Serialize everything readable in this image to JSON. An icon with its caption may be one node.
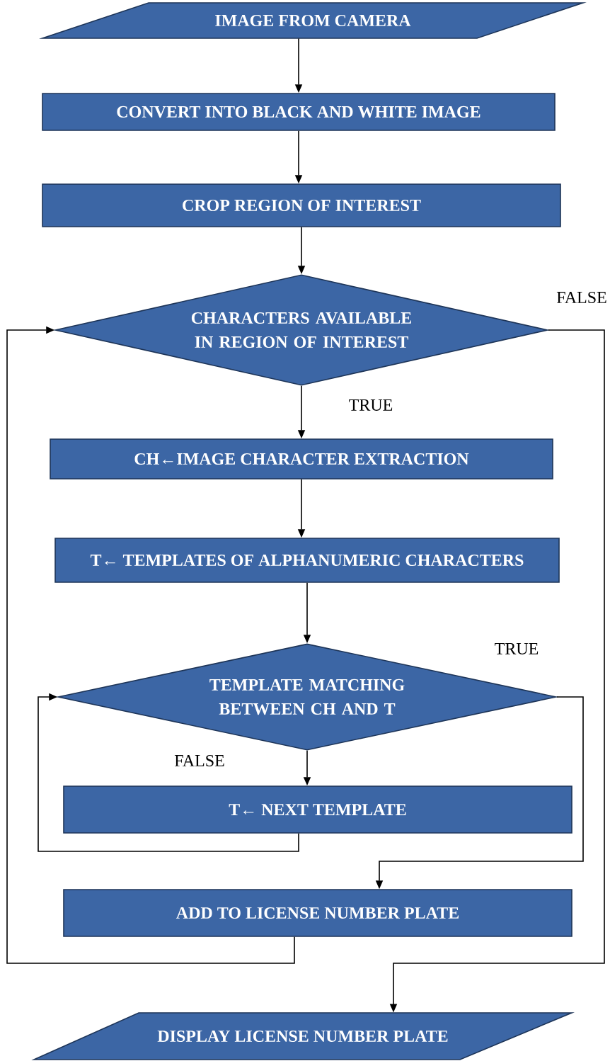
{
  "diagram": {
    "nodes": [
      {
        "text": [
          "IMAGE FROM CAMERA"
        ]
      },
      {
        "text": [
          "CONVERT INTO BLACK AND WHITE IMAGE"
        ]
      },
      {
        "text": [
          "CROP REGION OF INTEREST"
        ]
      },
      {
        "text": [
          "CHARACTERS AVAILABLE IN REGION OF INTEREST"
        ]
      },
      {
        "text": [
          "CH←IMAGE CHARACTER EXTRACTION"
        ]
      },
      {
        "text": [
          "T← TEMPLATES OF ALPHANUMERIC CHARACTERS"
        ]
      },
      {
        "text": [
          "TEMPLATE MATCHING BETWEEN CH AND T"
        ]
      },
      {
        "text": [
          "T← NEXT TEMPLATE"
        ]
      },
      {
        "text": [
          "ADD TO LICENSE NUMBER PLATE"
        ]
      },
      {
        "text": [
          "DISPLAY LICENSE NUMBER PLATE"
        ]
      }
    ],
    "edges": [
      {
        "from": 0,
        "to": 1,
        "arrow": "to"
      },
      {
        "from": 1,
        "to": 2,
        "arrow": "to"
      },
      {
        "from": 2,
        "to": 3,
        "arrow": "to"
      },
      {
        "from": 3,
        "to": 4,
        "arrow": "to",
        "label": "TRUE"
      },
      {
        "from": 4,
        "to": 5,
        "arrow": "to"
      },
      {
        "from": 5,
        "to": 6,
        "arrow": "to"
      },
      {
        "from": 6,
        "to": 7,
        "arrow": "to",
        "label": "FALSE"
      },
      {
        "from": 7,
        "to": 6,
        "arrow": "to"
      },
      {
        "from": 6,
        "to": 8,
        "arrow": "to",
        "label": "TRUE"
      },
      {
        "from": 8,
        "to": 3,
        "arrow": "to"
      },
      {
        "from": 3,
        "to": 9,
        "arrow": "to",
        "label": "FALSE"
      }
    ]
  }
}
